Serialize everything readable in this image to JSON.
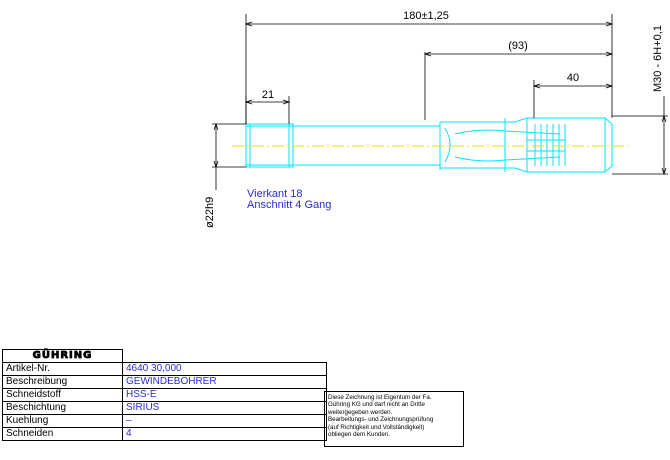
{
  "dimensions": {
    "overall_length": "180±1,25",
    "shank_length": "(93)",
    "thread_length": "40",
    "square_length": "21",
    "thread_size": "M30 - 6H+0,1",
    "shank_diameter": "ø22h9"
  },
  "notes": {
    "line1": "Vierkant 18",
    "line2": "Anschnitt 4 Gang"
  },
  "title_block": {
    "logo": "GÜHRING",
    "rows": [
      {
        "label": "Artikel-Nr.",
        "value": "4640 30,000"
      },
      {
        "label": "Beschreibung",
        "value": "GEWINDEBOHRER"
      },
      {
        "label": "Schneidstoff",
        "value": "HSS-E"
      },
      {
        "label": "Beschichtung",
        "value": "SIRIUS"
      },
      {
        "label": "Kuehlung",
        "value": "–"
      },
      {
        "label": "Schneiden",
        "value": "4"
      }
    ]
  },
  "notice": "Diese Zeichnung ist Eigentum der Fa.\nGühring KG und darf nicht an Dritte\nweitergegeben werden.\nBearbeitungs- und Zeichnungsprüfung\n(auf Richtigkeit und Vollständigkeit)\nobliegen dem Kunden.",
  "colors": {
    "outline": "#00e5ff",
    "centerline": "#e6e600",
    "dimension": "#000000",
    "text_blue": "#2b2bd6"
  }
}
